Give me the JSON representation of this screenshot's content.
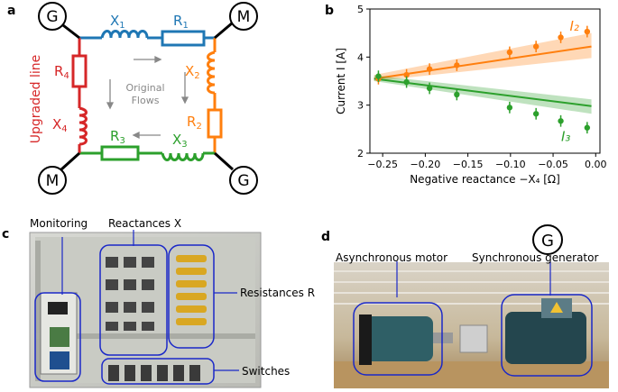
{
  "panels": {
    "a": "a",
    "b": "b",
    "c": "c",
    "d": "d"
  },
  "circuit": {
    "node_G": "G",
    "node_M": "M",
    "X1": "X",
    "X1_sub": "1",
    "R1": "R",
    "R1_sub": "1",
    "X2": "X",
    "X2_sub": "2",
    "R2": "R",
    "R2_sub": "2",
    "X3": "X",
    "X3_sub": "3",
    "R3": "R",
    "R3_sub": "3",
    "X4": "X",
    "X4_sub": "4",
    "R4": "R",
    "R4_sub": "4",
    "upgraded_line": "Upgraded line",
    "original_flows_1": "Original",
    "original_flows_2": "Flows",
    "colors": {
      "top": "#1f77b4",
      "right": "#ff7f0e",
      "bottom": "#2ca02c",
      "left": "#d62728",
      "arrow": "#888888"
    }
  },
  "chart_data": {
    "type": "line",
    "xlabel": "Negative reactance −X₄ [Ω]",
    "ylabel": "Current I [A]",
    "xlim": [
      -0.265,
      0.005
    ],
    "ylim": [
      2,
      5
    ],
    "xticks": [
      -0.25,
      -0.2,
      -0.15,
      -0.1,
      -0.05,
      0.0
    ],
    "xtick_labels": [
      "−0.25",
      "−0.20",
      "−0.15",
      "−0.10",
      "−0.05",
      "0.00"
    ],
    "yticks": [
      2,
      3,
      4,
      5
    ],
    "series": [
      {
        "name": "I₂",
        "color": "#ff7f0e",
        "points_x": [
          -0.255,
          -0.222,
          -0.195,
          -0.163,
          -0.101,
          -0.07,
          -0.041,
          -0.01
        ],
        "points_y": [
          3.55,
          3.63,
          3.75,
          3.83,
          4.1,
          4.22,
          4.41,
          4.53
        ],
        "err": [
          0.12,
          0.12,
          0.12,
          0.12,
          0.12,
          0.12,
          0.12,
          0.12
        ],
        "fit_x": [
          -0.26,
          -0.005
        ],
        "fit_y": [
          3.55,
          4.22
        ],
        "band_lo": [
          3.5,
          3.98
        ],
        "band_hi": [
          3.63,
          4.5
        ]
      },
      {
        "name": "I₃",
        "color": "#2ca02c",
        "points_x": [
          -0.255,
          -0.222,
          -0.195,
          -0.163,
          -0.101,
          -0.07,
          -0.041,
          -0.01
        ],
        "points_y": [
          3.6,
          3.48,
          3.35,
          3.22,
          2.95,
          2.82,
          2.67,
          2.53
        ],
        "err": [
          0.12,
          0.12,
          0.12,
          0.12,
          0.12,
          0.12,
          0.12,
          0.12
        ],
        "fit_x": [
          -0.26,
          -0.005
        ],
        "fit_y": [
          3.55,
          2.98
        ],
        "band_lo": [
          3.5,
          2.82
        ],
        "band_hi": [
          3.62,
          3.12
        ]
      }
    ]
  },
  "photo_c": {
    "monitoring": "Monitoring",
    "reactances": "Reactances X",
    "resistances": "Resistances R",
    "switches": "Switches"
  },
  "photo_d": {
    "generator_symbol": "G",
    "async_motor": "Asynchronous motor",
    "sync_generator": "Synchronous generator"
  }
}
